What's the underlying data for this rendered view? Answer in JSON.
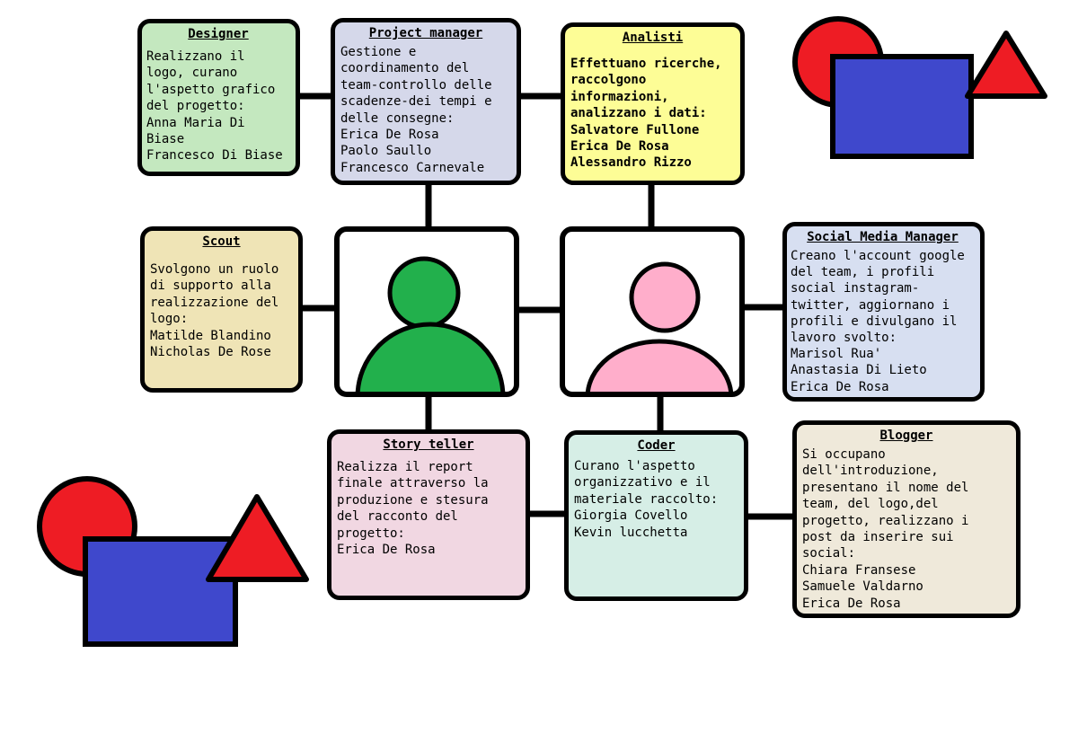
{
  "colors": {
    "designer": "#c4e8bf",
    "project_manager": "#d5d8ea",
    "analisti": "#fdfd96",
    "scout": "#efe4b6",
    "social": "#d7dff1",
    "story": "#f1d7e2",
    "coder": "#d6eee6",
    "blogger": "#efe9da",
    "person_left": "#22b04c",
    "person_right": "#ffaecb",
    "shape_red": "#ee1c24",
    "shape_blue": "#3f48cc"
  },
  "roles": {
    "designer": {
      "title": "Designer",
      "description": "Realizzano il\nlogo, curano\nl'aspetto grafico\ndel progetto:",
      "members": [
        "Anna Maria Di\nBiase",
        "Francesco Di Biase"
      ]
    },
    "project_manager": {
      "title": "Project manager",
      "description": "Gestione e\ncoordinamento del\nteam-controllo delle\nscadenze-dei tempi e\ndelle consegne:",
      "members": [
        "Erica De Rosa",
        "Paolo Saullo",
        "Francesco Carnevale"
      ]
    },
    "analisti": {
      "title": "Analisti",
      "description": "Effettuano ricerche,\nraccolgono\ninformazioni,\nanalizzano i dati:",
      "members": [
        "Salvatore Fullone",
        "Erica De Rosa",
        "Alessandro Rizzo"
      ]
    },
    "scout": {
      "title": "Scout",
      "description": "Svolgono un ruolo\ndi supporto alla\nrealizzazione del\nlogo:",
      "members": [
        "Matilde Blandino",
        "Nicholas De Rose"
      ]
    },
    "social_media_manager": {
      "title": "Social Media Manager",
      "description": "Creano l'account google\ndel team, i profili\nsocial instagram-\ntwitter, aggiornano i\nprofili e divulgano il\nlavoro svolto:",
      "members": [
        "Marisol Rua'",
        "Anastasia Di Lieto",
        "Erica De Rosa"
      ]
    },
    "story_teller": {
      "title": "Story teller",
      "description": "Realizza il report\nfinale attraverso la\nproduzione e stesura\ndel racconto del\nprogetto:",
      "members": [
        "Erica De Rosa"
      ]
    },
    "coder": {
      "title": "Coder",
      "description": "Curano l'aspetto\norganizzativo e il\nmateriale raccolto:",
      "members": [
        "Giorgia Covello",
        "Kevin lucchetta"
      ]
    },
    "blogger": {
      "title": "Blogger",
      "description": "Si occupano\ndell'introduzione,\npresentano il nome del\nteam, del logo,del\nprogetto, realizzano i\npost da inserire sui\nsocial:",
      "members": [
        "Chiara Fransese",
        "Samuele Valdarno",
        "Erica De Rosa"
      ]
    }
  }
}
